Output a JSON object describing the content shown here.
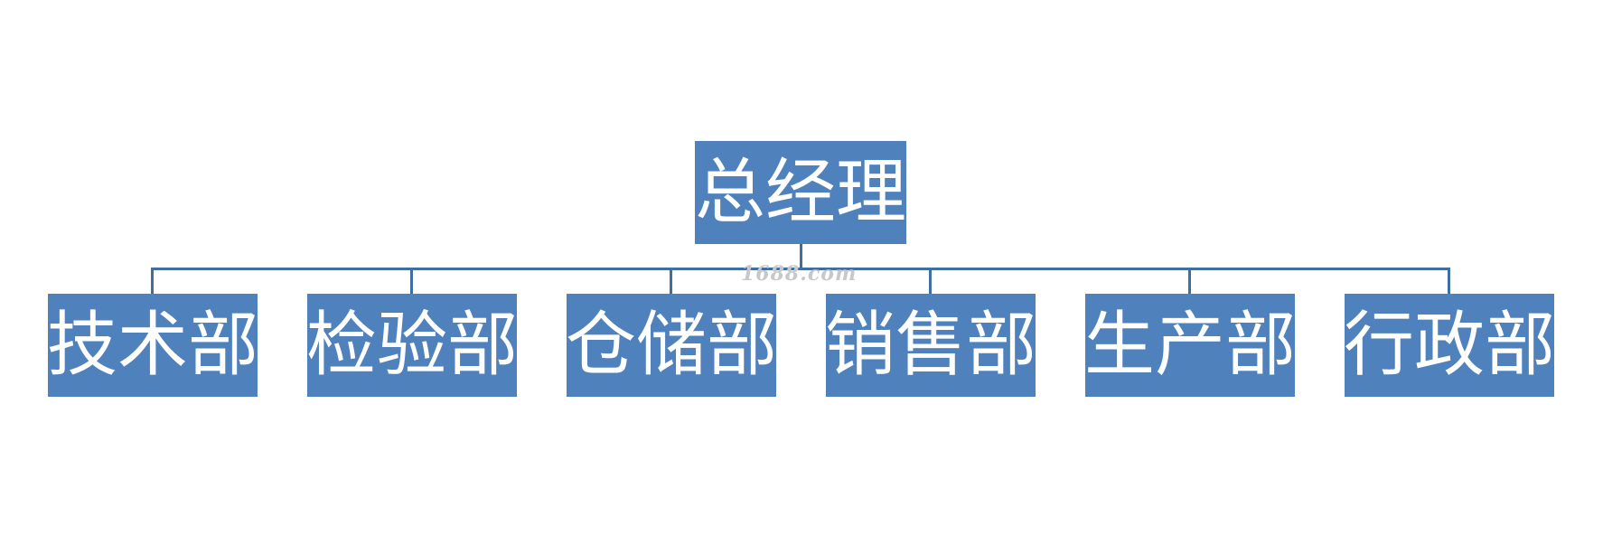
{
  "org_chart": {
    "root": {
      "label": "总经理"
    },
    "departments": [
      {
        "label": "技术部"
      },
      {
        "label": "检验部"
      },
      {
        "label": "仓储部"
      },
      {
        "label": "销售部"
      },
      {
        "label": "生产部"
      },
      {
        "label": "行政部"
      }
    ]
  },
  "colors": {
    "box_fill": "#4f81bd",
    "box_text": "#ffffff",
    "connector": "#3f6fa0",
    "background": "#ffffff"
  },
  "watermark": {
    "text": "1688.com"
  }
}
